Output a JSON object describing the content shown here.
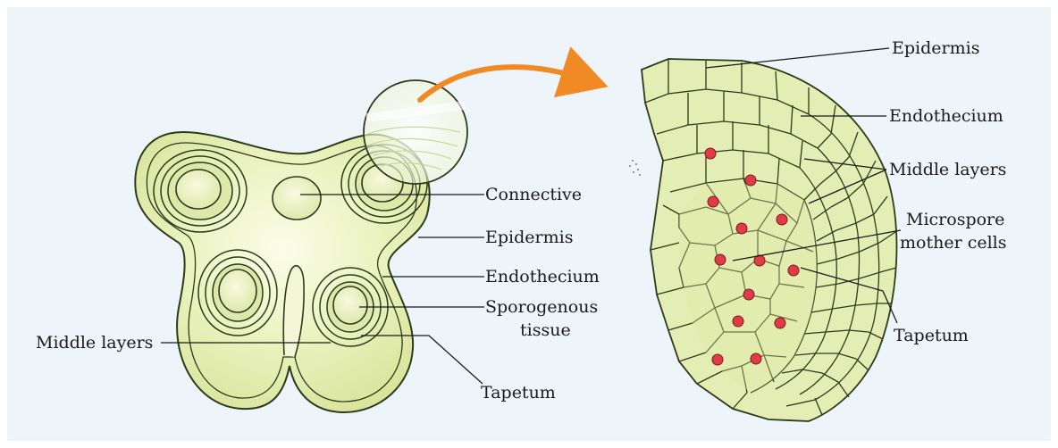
{
  "left_panel": {
    "labels": {
      "connective": "Connective",
      "epidermis": "Epidermis",
      "endothecium": "Endothecium",
      "sporogenous_line1": "Sporogenous",
      "sporogenous_line2": "tissue",
      "middle_layers": "Middle layers",
      "tapetum": "Tapetum"
    }
  },
  "right_panel": {
    "labels": {
      "epidermis": "Epidermis",
      "endothecium": "Endothecium",
      "middle_layers": "Middle layers",
      "microspore_line1": "Microspore",
      "microspore_line2": "mother cells",
      "tapetum": "Tapetum"
    }
  },
  "colors": {
    "background": "#eef5fa",
    "tissue_fill": "#e3edb4",
    "tissue_highlight": "#f9fbe8",
    "outline": "#2e3a1c",
    "arrow": "#f08a24",
    "nucleus": "#e23b48"
  }
}
